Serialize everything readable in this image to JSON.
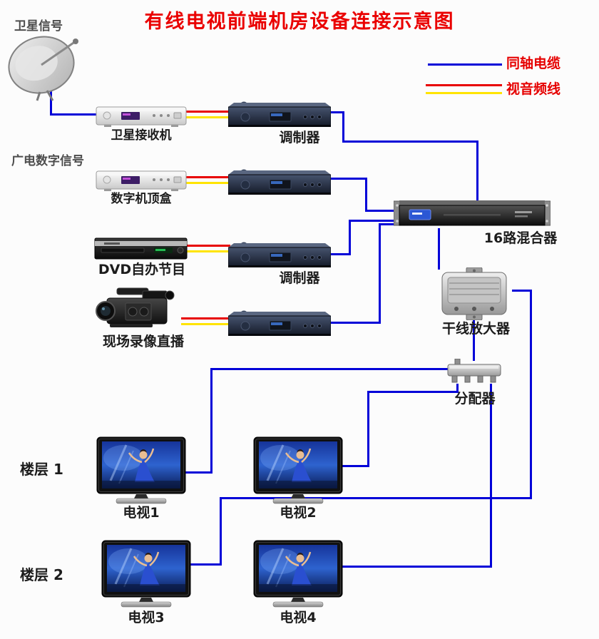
{
  "title": "有线电视前端机房设备连接示意图",
  "legend": {
    "coaxial": {
      "label": "同轴电缆",
      "color": "#0101d8"
    },
    "av": {
      "label": "视音频线",
      "video_color": "#e80000",
      "audio_color": "#ffe400"
    }
  },
  "sources": {
    "satellite_signal": "卫星信号",
    "satellite_receiver": "卫星接收机",
    "digital_signal": "广电数字信号",
    "set_top_box": "数字机顶盒",
    "dvd": "DVD自办节目",
    "live_camera": "现场录像直播"
  },
  "devices": {
    "modulator": "调制器",
    "mixer": "16路混合器",
    "amplifier": "干线放大器",
    "splitter": "分配器"
  },
  "floors": {
    "floor_1": "楼层 1",
    "floor_2": "楼层 2"
  },
  "tvs": {
    "tv_1": "电视1",
    "tv_2": "电视2",
    "tv_3": "电视3",
    "tv_4": "电视4"
  },
  "colors": {
    "title_text": "#ea0000",
    "coaxial_line": "#0101d8",
    "video_line": "#e80000",
    "audio_line": "#ffe400"
  }
}
